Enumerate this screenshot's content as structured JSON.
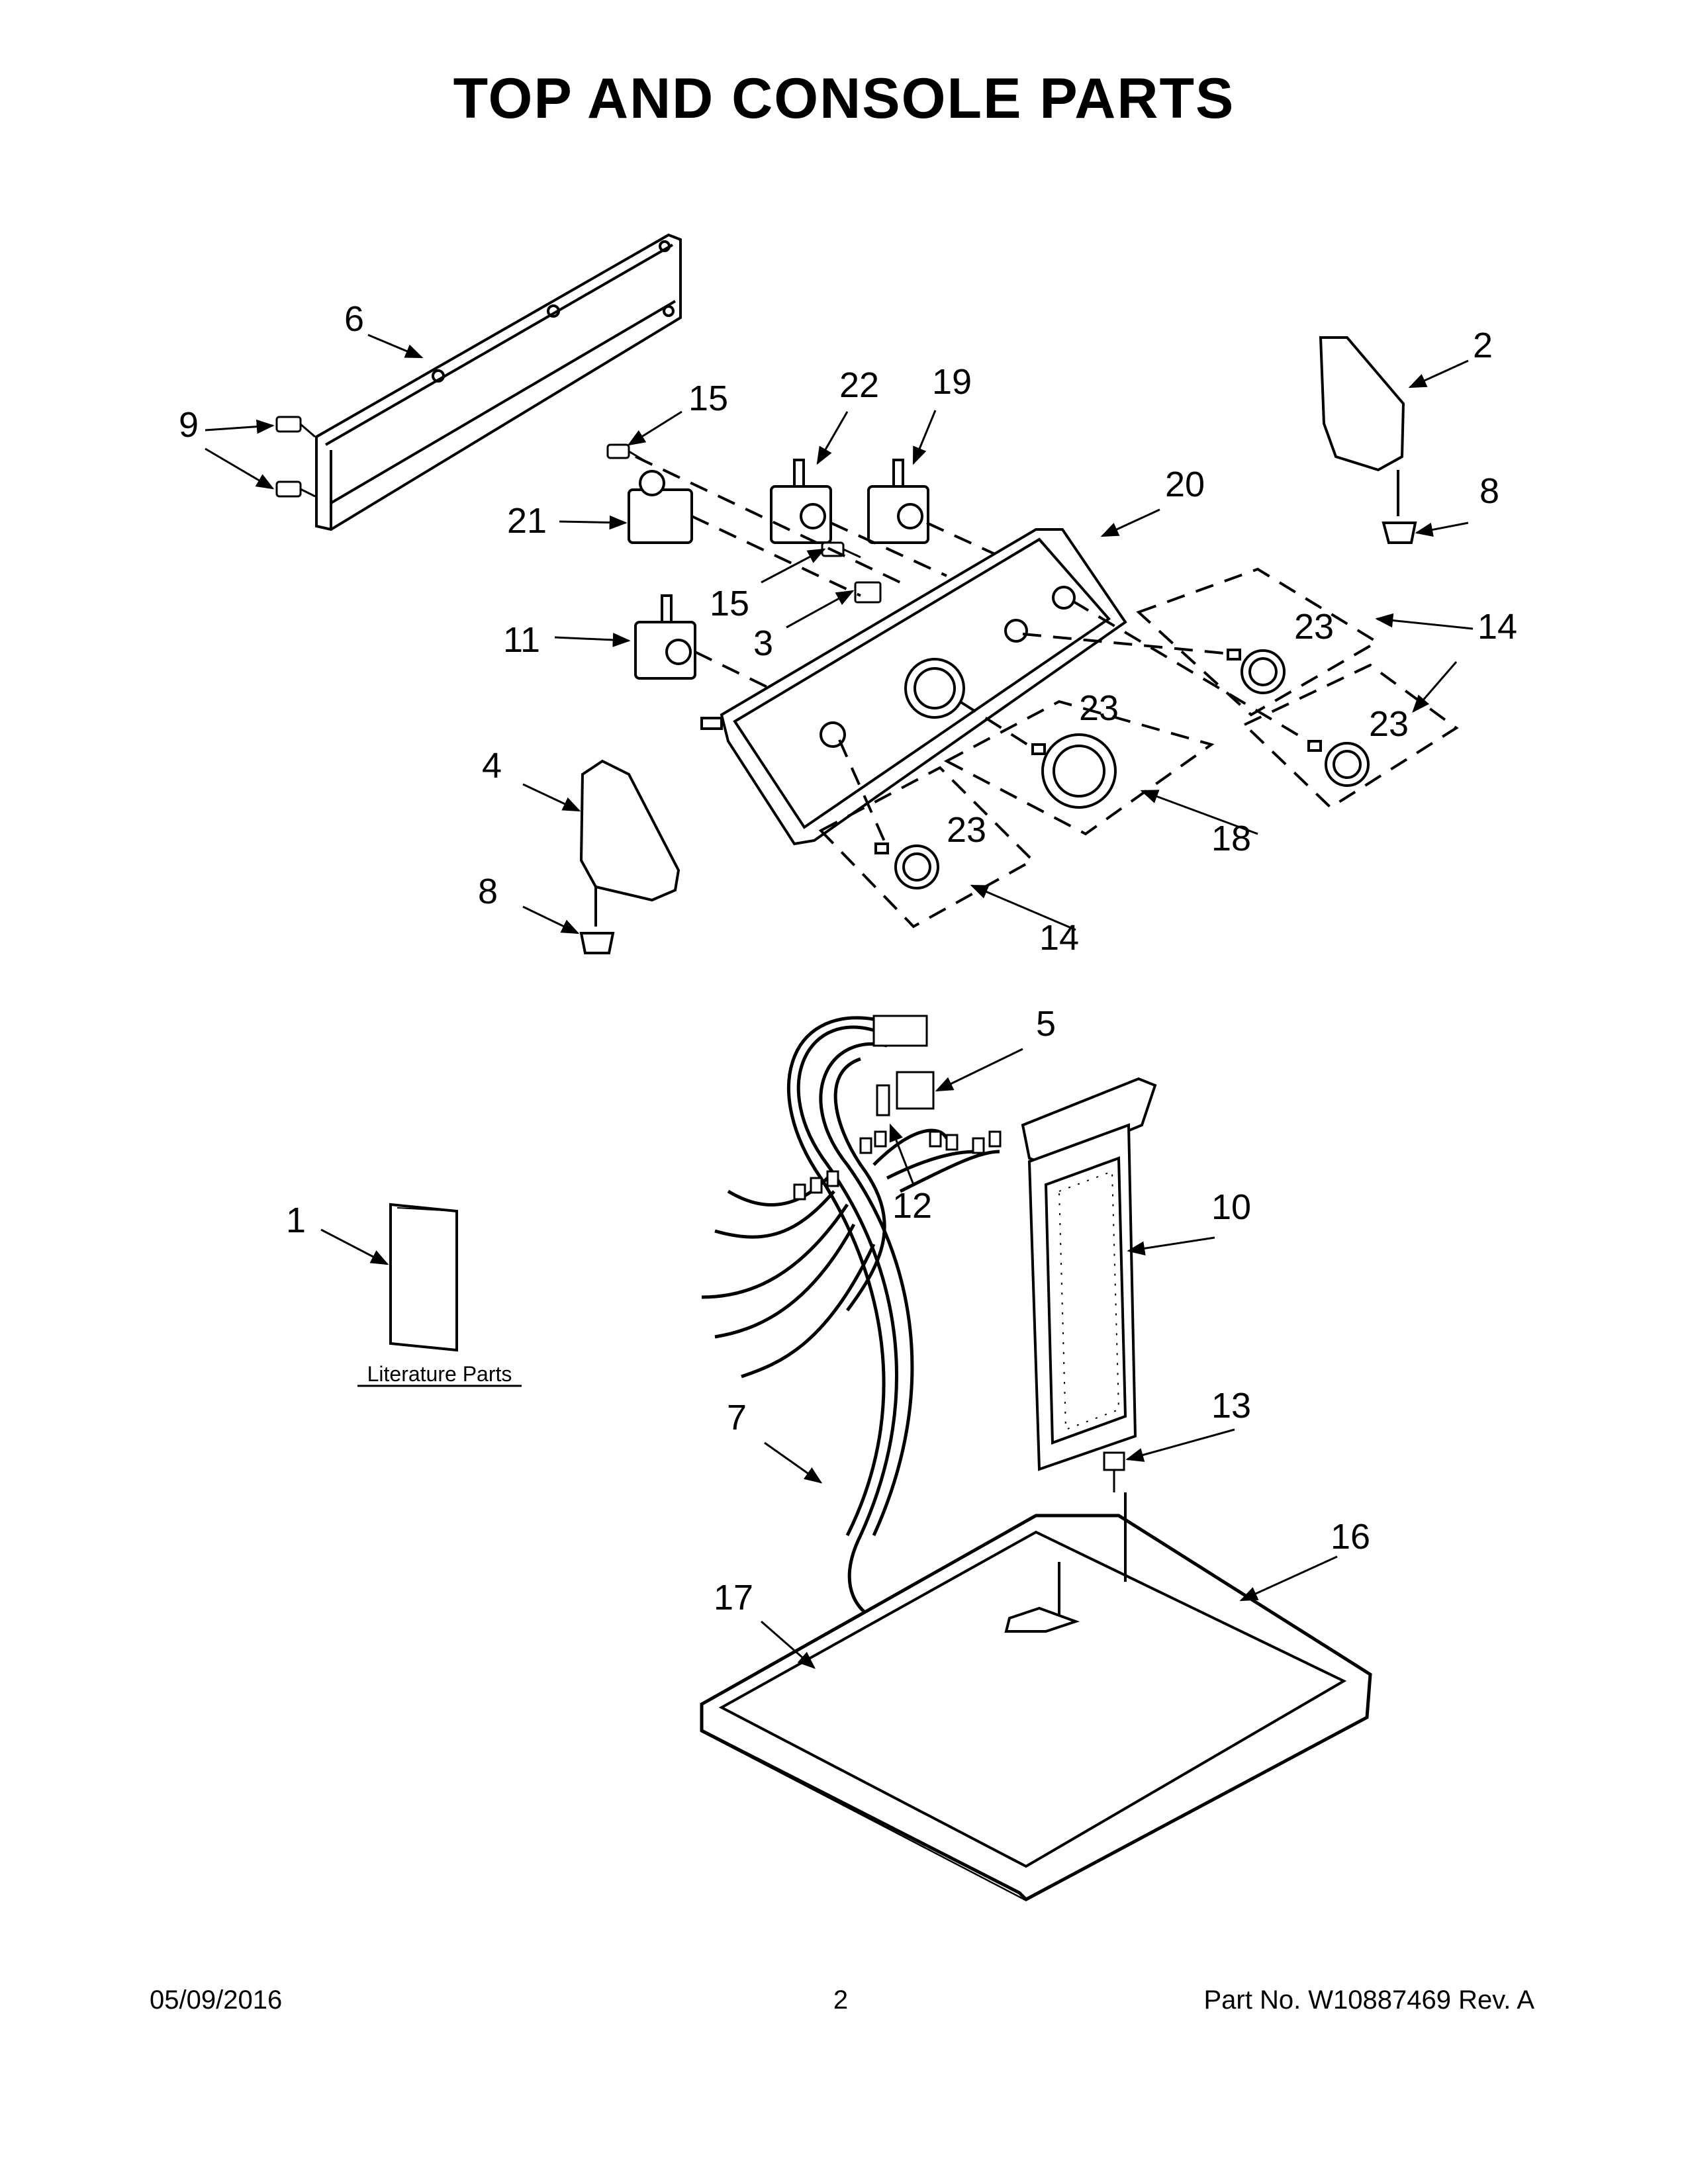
{
  "title": "TOP AND CONSOLE PARTS",
  "callouts": {
    "c1": "1",
    "c2": "2",
    "c3": "3",
    "c4": "4",
    "c5": "5",
    "c6": "6",
    "c7": "7",
    "c8a": "8",
    "c8b": "8",
    "c9": "9",
    "c10": "10",
    "c11": "11",
    "c12": "12",
    "c13": "13",
    "c14a": "14",
    "c14b": "14",
    "c15a": "15",
    "c15b": "15",
    "c16": "16",
    "c17": "17",
    "c18": "18",
    "c19": "19",
    "c20": "20",
    "c21": "21",
    "c22": "22",
    "c23a": "23",
    "c23b": "23",
    "c23c": "23",
    "c23d": "23"
  },
  "literature_label": "Literature Parts",
  "footer": {
    "date": "05/09/2016",
    "page": "2",
    "part_number": "Part No.  W10887469  Rev.  A"
  }
}
